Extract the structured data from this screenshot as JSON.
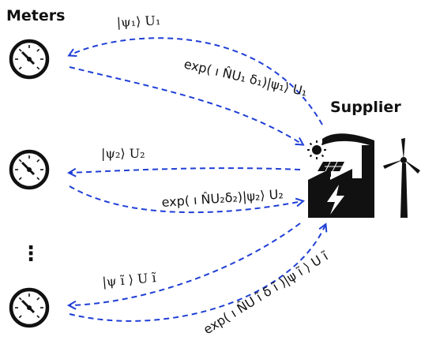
{
  "headings": {
    "meters": "Meters",
    "supplier": "Supplier"
  },
  "ellipsis": "⋮",
  "links": [
    {
      "request": "|ψ₁⟩ U₁",
      "response": "exp( ı N̂U₁ δ₁)|ψ₁⟩ U₁"
    },
    {
      "request": "|ψ₂⟩ U₂",
      "response": "exp( ı N̂U₂δ₂)|ψ₂⟩ U₂"
    },
    {
      "request": "|ψ ı̃ ⟩ U ı̃",
      "response": "exp( ı N̂U ı̃  δ ı̃ )|ψ ı̃ ⟩ U ı̃"
    }
  ],
  "icons": {
    "meter": "gauge-meter-icon",
    "factory": "factory-icon",
    "solar": "solar-panel-icon",
    "sun": "sun-icon",
    "lightning": "lightning-icon",
    "wind": "wind-turbine-icon"
  },
  "colors": {
    "arrow": "#1f3fd6",
    "ink": "#111111"
  }
}
